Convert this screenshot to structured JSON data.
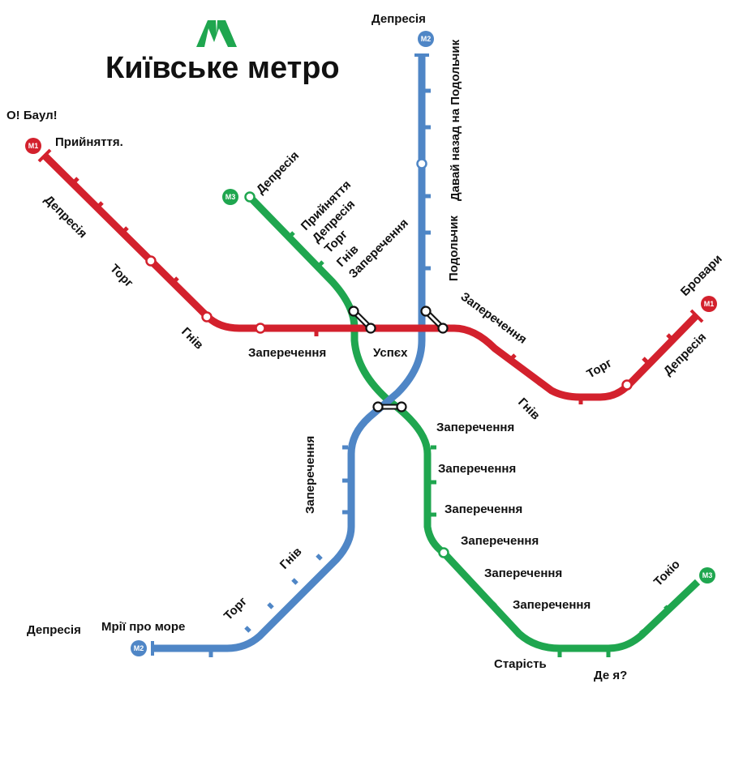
{
  "header": {
    "title": "Київське метро",
    "logo_letter": "M"
  },
  "colors": {
    "red": "#d3212d",
    "blue": "#4f86c6",
    "green": "#1fa64f"
  },
  "badges": {
    "m1": "M1",
    "m2": "M2",
    "m3": "M3"
  },
  "red_line": {
    "west_terminal_note": "О! Баул!",
    "labels": [
      "Прийняття.",
      "Депресія",
      "Торг",
      "Гнів",
      "Заперечення",
      "Заперечення",
      "Гнів",
      "Торг",
      "Депресія",
      "Бровари"
    ]
  },
  "blue_line": {
    "labels": [
      "Депресія",
      "Давай назад на Подольчик",
      "Подольчик",
      "Заперечення",
      "Гнів",
      "Торг",
      "Мрії про море",
      "Депресія"
    ]
  },
  "green_line": {
    "labels": [
      "Депресія",
      "Прийняття",
      "Депресія",
      "Торг",
      "Гнів",
      "Заперечення",
      "Заперечення",
      "Заперечення",
      "Заперечення",
      "Заперечення",
      "Заперечення",
      "Заперечення",
      "Старість",
      "Де я?",
      "Токіо"
    ]
  },
  "center": {
    "label": "Успєх"
  }
}
